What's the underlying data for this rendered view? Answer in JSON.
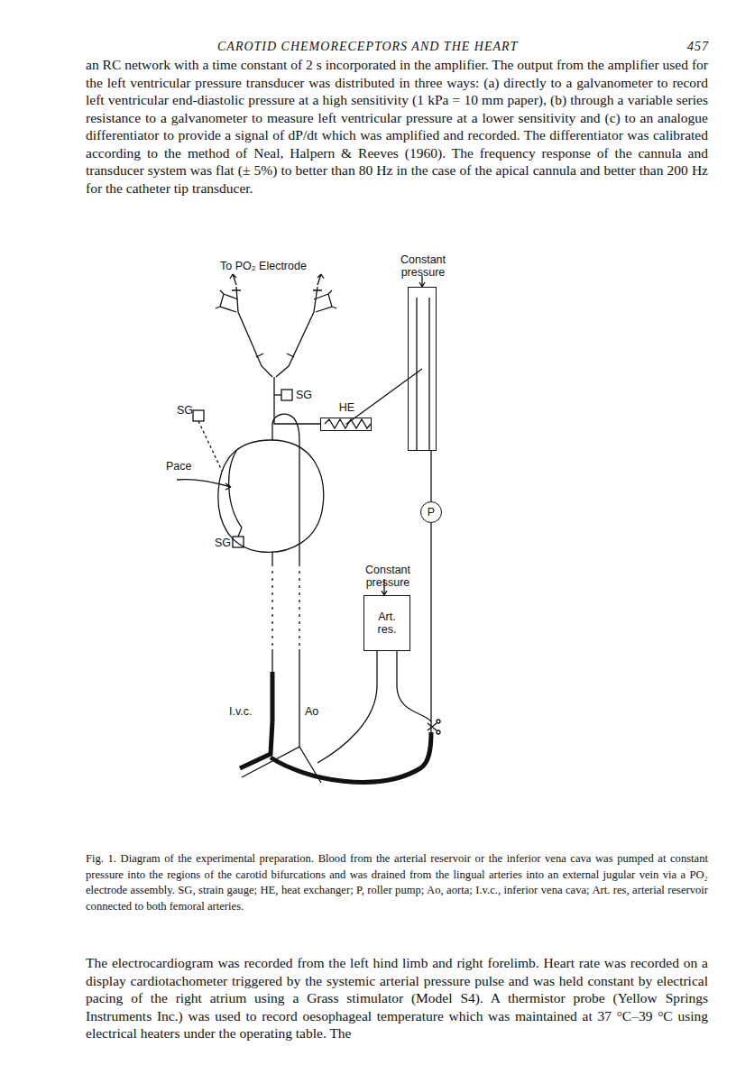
{
  "diagram": {
    "title": "CAROTID CHEMORECEPTORS AND THE HEART",
    "caption": "Fig. 1. Diagram of the experimental preparation. Blood from the arterial reservoir or the inferior vena cava was pumped at constant pressure into the regions of the carotid bifurcations and was drained from the lingual arteries into an external jugular vein via a PO₂ electrode assembly. SG, strain gauge; HE, heat exchanger; P, roller pump; Ao, aorta; I.v.c., inferior vena cava; Art. res, arterial reservoir connected to both femoral arteries.",
    "nodes": [
      {
        "text": [
          "Constant pressure"
        ]
      },
      {
        "text": [
          "HE"
        ]
      },
      {
        "text": [
          "P"
        ]
      },
      {
        "text": [
          "Constant pressure",
          "Art. res."
        ]
      }
    ],
    "edges": [
      {
        "from": 1,
        "to": 0,
        "arrow": "none"
      },
      {
        "from": 0,
        "to": 2,
        "arrow": "none"
      }
    ],
    "labels": [
      "457",
      "an RC network with a time constant of 2 s incorporated in the amplifier. The output from the amplifier used for the left ventricular pressure transducer was distributed in three ways: (a) directly to a galvanometer to record left ventricular end-diastolic pressure at a high sensitivity (1 kPa = 10 mm paper), (b) through a variable series resistance to a galvanometer to measure left ventricular pressure at a lower sensitivity and (c) to an analogue differentiator to provide a signal of dP/dt which was amplified and recorded. The differentiator was calibrated according to the method of Neal, Halpern & Reeves (1960). The frequency response of the cannula and transducer system was flat (± 5%) to better than 80 Hz in the case of the apical cannula and better than 200 Hz for the catheter tip transducer.",
      "To PO₂ Electrode",
      "SG",
      "SG",
      "Pace",
      "SG",
      "I.v.c.",
      "Ao",
      "The electrocardiogram was recorded from the left hind limb and right forelimb. Heart rate was recorded on a display cardiotachometer triggered by the systemic arterial pressure pulse and was held constant by electrical pacing of the right atrium using a Grass stimulator (Model S4). A thermistor probe (Yellow Springs Instruments Inc.) was used to record oesophageal temperature which was maintained at 37 °C–39 °C using electrical heaters under the operating table. The"
    ]
  }
}
